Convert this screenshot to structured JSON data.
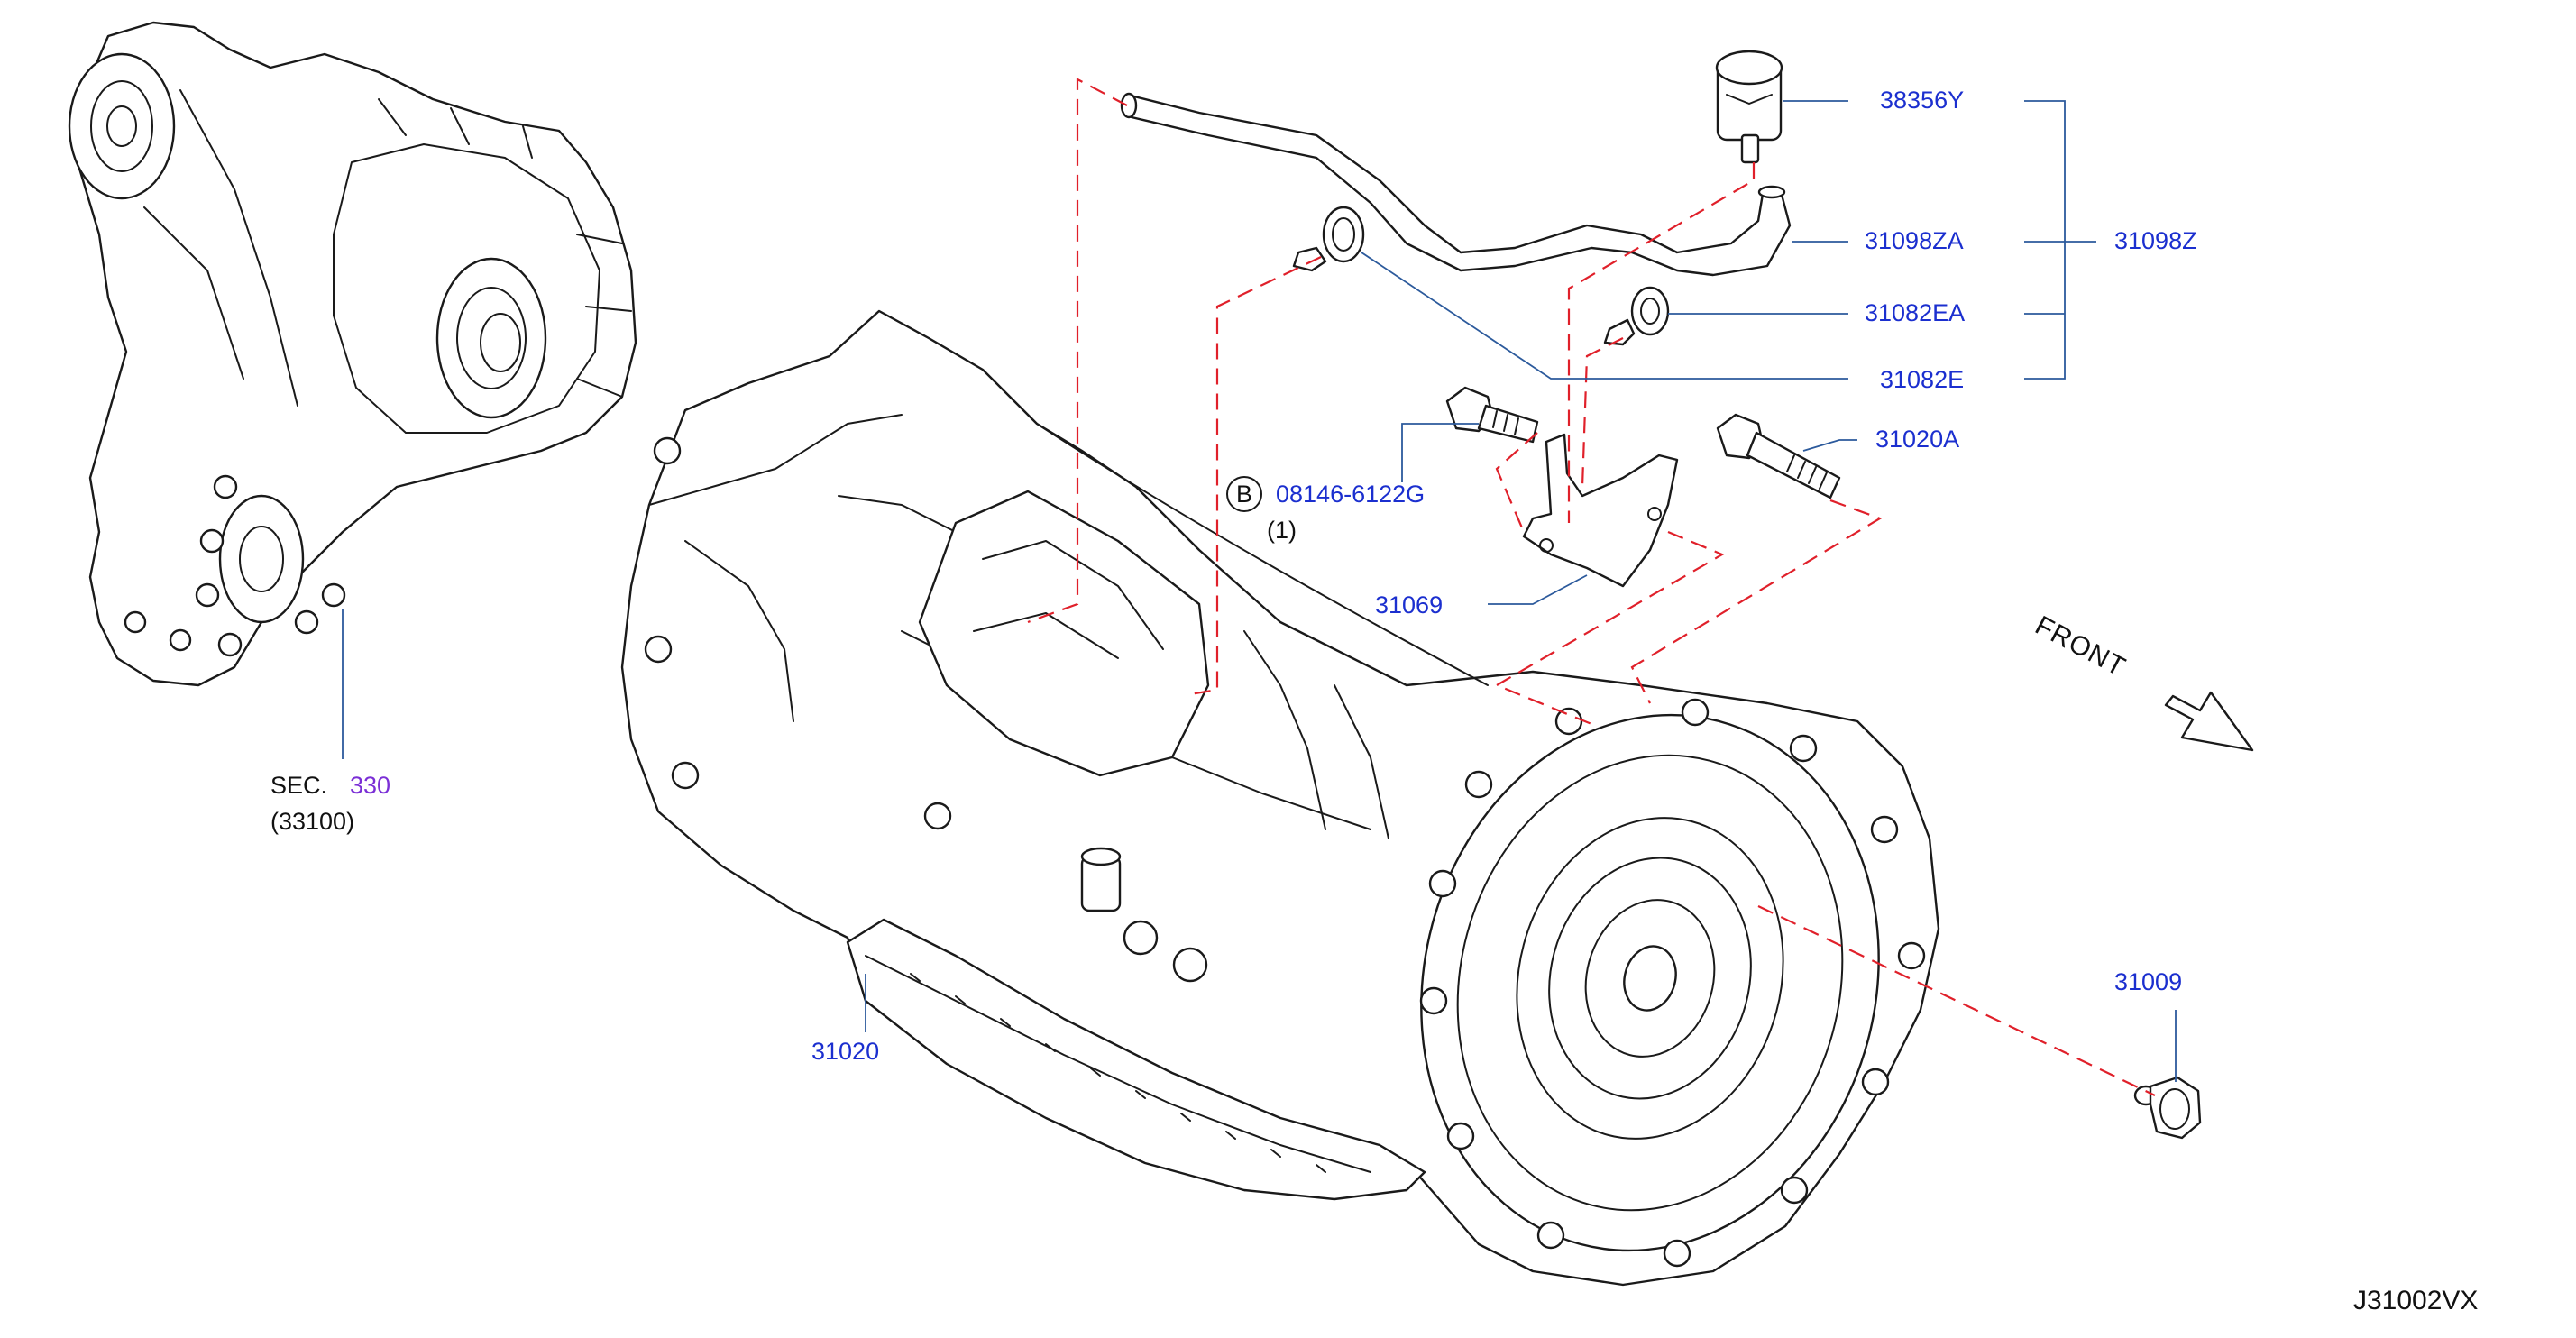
{
  "colors": {
    "part_number_label": "#1b2fcf",
    "section_ref": "#7b2fd6",
    "leader_line": "#2c5a9c",
    "phantom_line": "#e0202a",
    "outline": "#1a1a1a"
  },
  "callouts": {
    "p38356Y": "38356Y",
    "p31098ZA": "31098ZA",
    "p31098Z": "31098Z",
    "p31082EA": "31082EA",
    "p31082E": "31082E",
    "p31020A": "31020A",
    "bolt_circle_letter": "B",
    "bolt_part": "08146-6122G",
    "bolt_qty": "(1)",
    "p31069": "31069",
    "p31020": "31020",
    "p31009": "31009"
  },
  "section_ref": {
    "prefix": "SEC.",
    "number": "330",
    "sub": "(33100)"
  },
  "direction_label": "FRONT",
  "diagram_code": "J31002VX"
}
